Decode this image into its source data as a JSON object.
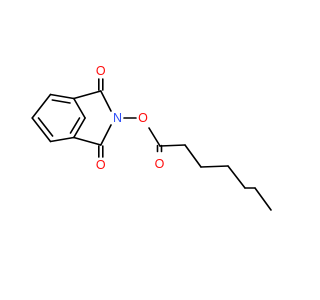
{
  "molecule": {
    "atoms": {
      "o_top": {
        "symbol": "O",
        "color": "#ff0d0d"
      },
      "n_imide": {
        "symbol": "N",
        "color": "#3050f8"
      },
      "o_bridge": {
        "symbol": "O",
        "color": "#ff0d0d"
      },
      "o_bottom": {
        "symbol": "O",
        "color": "#ff0d0d"
      },
      "o_ester": {
        "symbol": "O",
        "color": "#ff0d0d"
      }
    },
    "bond_color": "#000000",
    "background": "#ffffff"
  }
}
